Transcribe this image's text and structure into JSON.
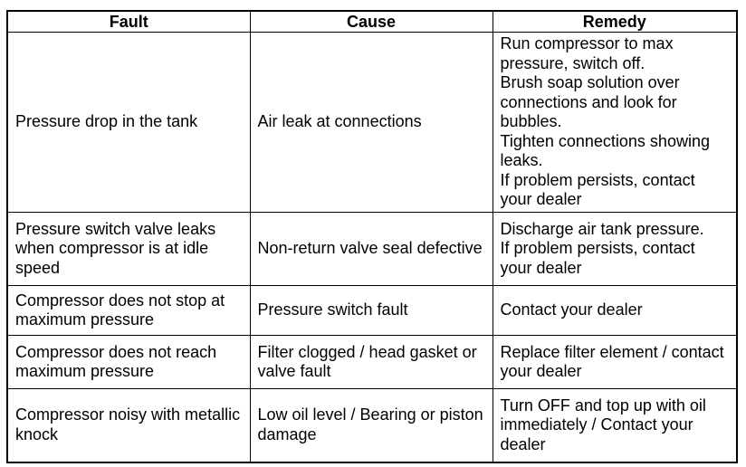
{
  "table": {
    "headers": [
      "Fault",
      "Cause",
      "Remedy"
    ],
    "rows": [
      {
        "fault": "Pressure drop in the tank",
        "cause": "Air leak at connections",
        "remedy": [
          "Run compressor to max pressure, switch off.",
          "Brush soap solution over connections and look for bubbles.",
          "Tighten connections showing leaks.",
          "If problem persists, contact your dealer"
        ]
      },
      {
        "fault": "Pressure switch valve leaks when compressor is at idle speed",
        "cause": "Non-return valve seal defective",
        "remedy": [
          "Discharge air tank pressure.",
          "If problem persists, contact your dealer"
        ]
      },
      {
        "fault": "Compressor does not stop at maximum pressure",
        "cause": "Pressure switch fault",
        "remedy": [
          "Contact your dealer"
        ]
      },
      {
        "fault": "Compressor does not reach maximum pressure",
        "cause": "Filter clogged / head gasket or valve fault",
        "remedy": [
          "Replace filter element / contact your dealer"
        ]
      },
      {
        "fault": "Compressor noisy with metallic knock",
        "cause": "Low oil level / Bearing or piston damage",
        "remedy": [
          "Turn OFF and top up with oil immediately / Contact your dealer"
        ]
      }
    ],
    "colors": {
      "border": "#000000",
      "text": "#000000",
      "background": "#ffffff"
    }
  }
}
